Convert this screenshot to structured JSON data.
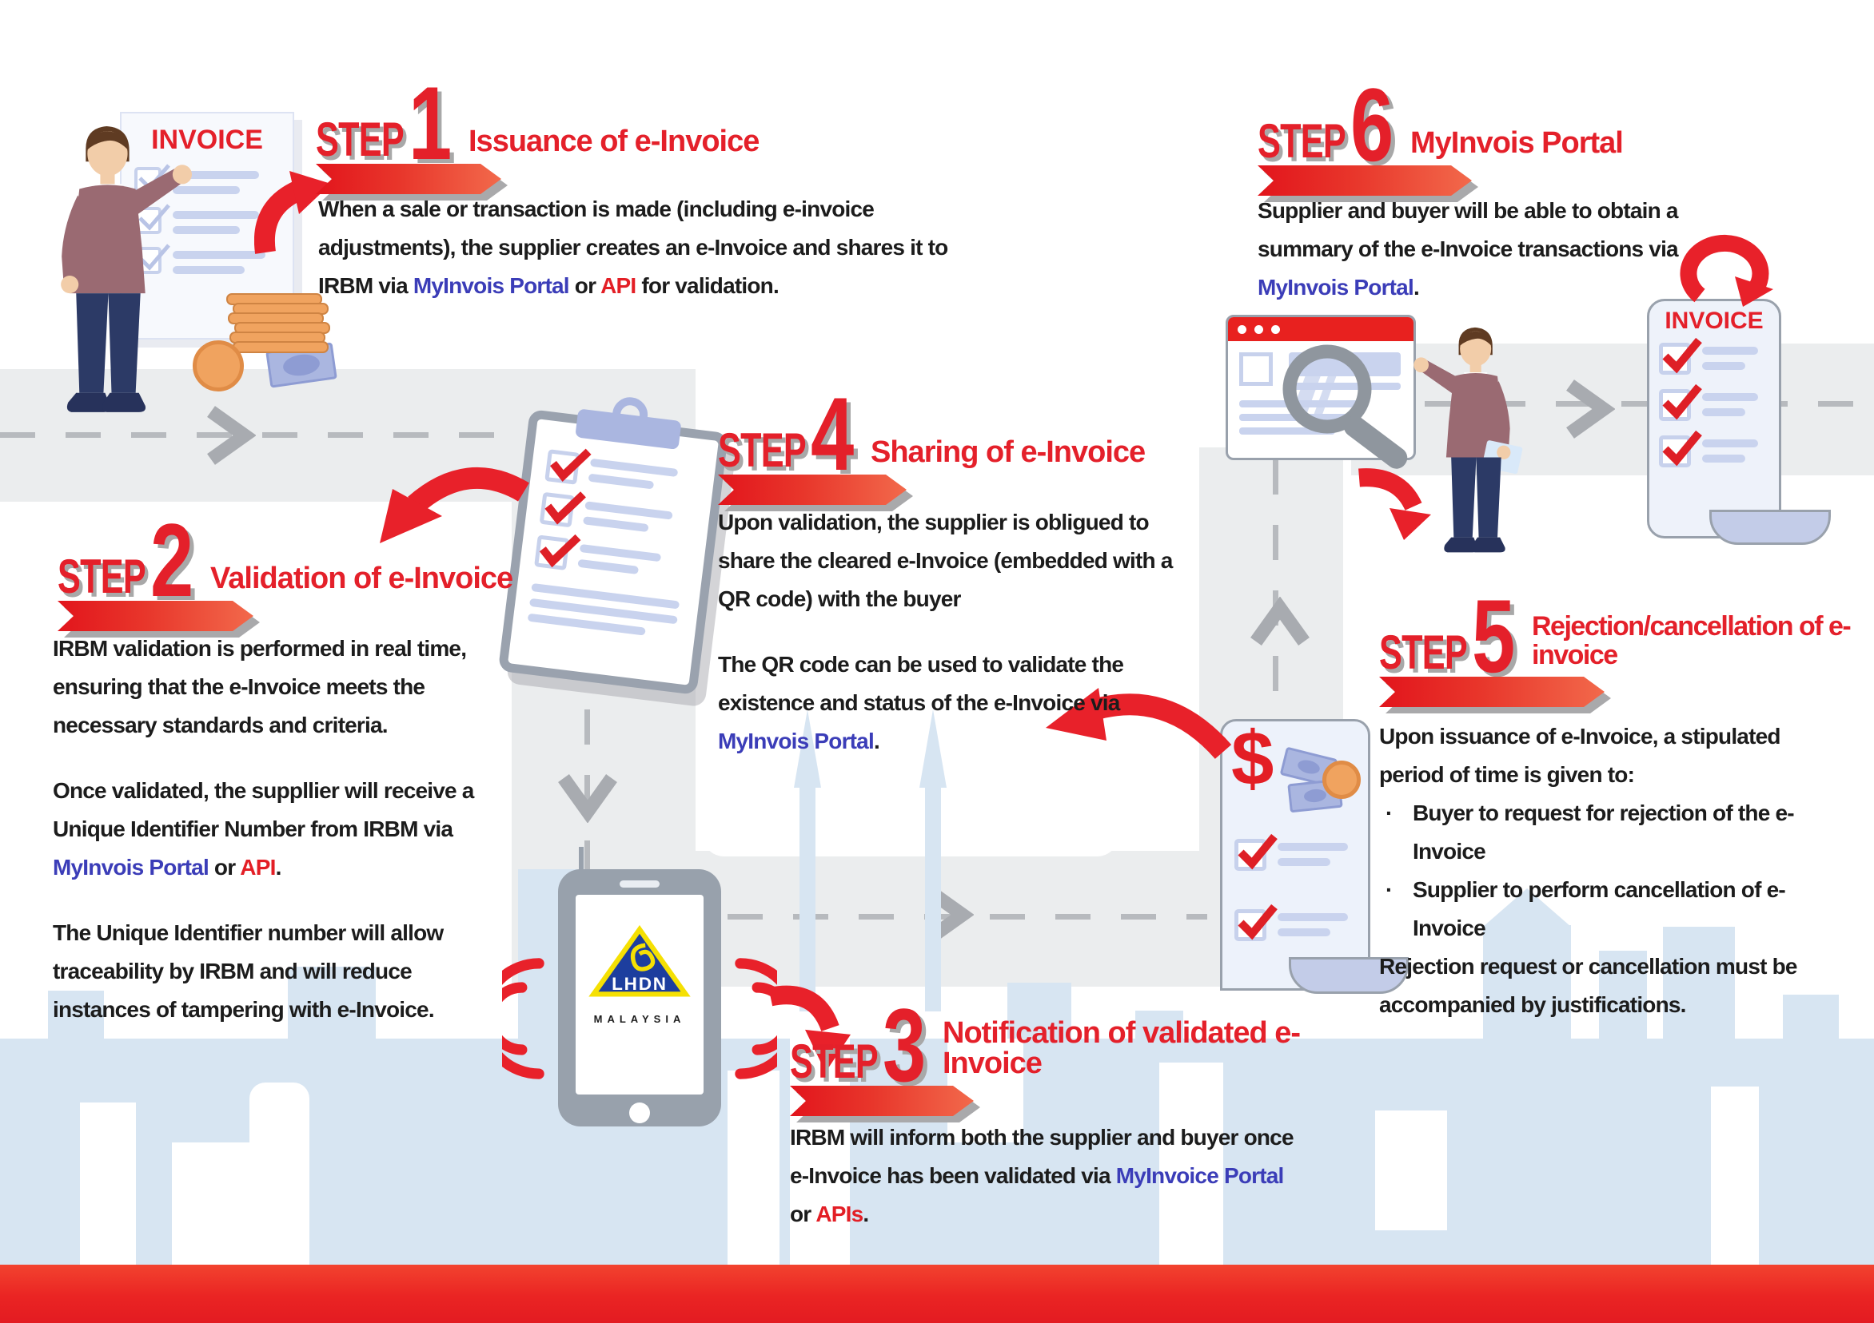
{
  "palette": {
    "red": "#e31e25",
    "blue": "#3b3db8",
    "skyline": "#d7e5f2",
    "road": "#ebedee"
  },
  "steps": [
    {
      "key": "step1",
      "label": "STEP",
      "number": "1",
      "title": "Issuance of e-Invoice",
      "paragraphs": [
        [
          {
            "t": "When a sale or transaction is made (including e-invoice adjustments), the supplier creates an e-Invoice and shares it to IRBM via "
          },
          {
            "t": "MyInvois Portal",
            "c": "blue"
          },
          {
            "t": " or "
          },
          {
            "t": "API",
            "c": "red"
          },
          {
            "t": " for validation."
          }
        ]
      ]
    },
    {
      "key": "step2",
      "label": "STEP",
      "number": "2",
      "title": "Validation of e-Invoice",
      "paragraphs": [
        [
          {
            "t": "IRBM validation is performed in real time, ensuring that the e-Invoice meets the necessary standards and criteria."
          }
        ],
        [
          {
            "t": "Once validated, the suppllier will receive a Unique Identifier Number from IRBM via "
          },
          {
            "t": "MyInvois Portal",
            "c": "blue"
          },
          {
            "t": " or "
          },
          {
            "t": "API",
            "c": "red"
          },
          {
            "t": "."
          }
        ],
        [
          {
            "t": "The Unique Identifier number will allow traceability by IRBM and will reduce instances of tampering with e-Invoice."
          }
        ]
      ]
    },
    {
      "key": "step3",
      "label": "STEP",
      "number": "3",
      "title": "Notification of validated e-Invoice",
      "paragraphs": [
        [
          {
            "t": "IRBM will inform both the supplier and buyer once e-Invoice has been validated via "
          },
          {
            "t": "MyInvoice Portal",
            "c": "blue"
          },
          {
            "t": " or "
          },
          {
            "t": "APIs",
            "c": "red"
          },
          {
            "t": "."
          }
        ]
      ]
    },
    {
      "key": "step4",
      "label": "STEP",
      "number": "4",
      "title": "Sharing of e-Invoice",
      "paragraphs": [
        [
          {
            "t": "Upon validation, the supplier is obligued to share the cleared e-Invoice (embedded with a QR code) with the buyer"
          }
        ],
        [
          {
            "t": "The QR code can be used to validate the existence and status of the e-Invoice via "
          },
          {
            "t": "MyInvois Portal",
            "c": "blue"
          },
          {
            "t": "."
          }
        ]
      ]
    },
    {
      "key": "step5",
      "label": "STEP",
      "number": "5",
      "title": "Rejection/cancellation of e-invoice",
      "paragraphs": [
        [
          {
            "t": "Upon issuance of e-Invoice, a stipulated period of time is given to:"
          }
        ]
      ],
      "bullets": [
        "Buyer to request for rejection of the e-Invoice",
        "Supplier to perform cancellation of e-Invoice"
      ],
      "outro": [
        [
          {
            "t": "Rejection request or cancellation must be accompanied by justifications."
          }
        ]
      ]
    },
    {
      "key": "step6",
      "label": "STEP",
      "number": "6",
      "title": "MyInvois Portal",
      "paragraphs": [
        [
          {
            "t": "Supplier and buyer will be able to obtain a summary of the e-Invoice transactions via "
          },
          {
            "t": "MyInvois Portal",
            "c": "blue"
          },
          {
            "t": "."
          }
        ]
      ]
    }
  ],
  "labels": {
    "invoice_doc": "INVOICE",
    "invoice_scroll": "INVOICE",
    "lhdn": "LHDN",
    "malaysia": "MALAYSIA",
    "dollar": "$"
  }
}
